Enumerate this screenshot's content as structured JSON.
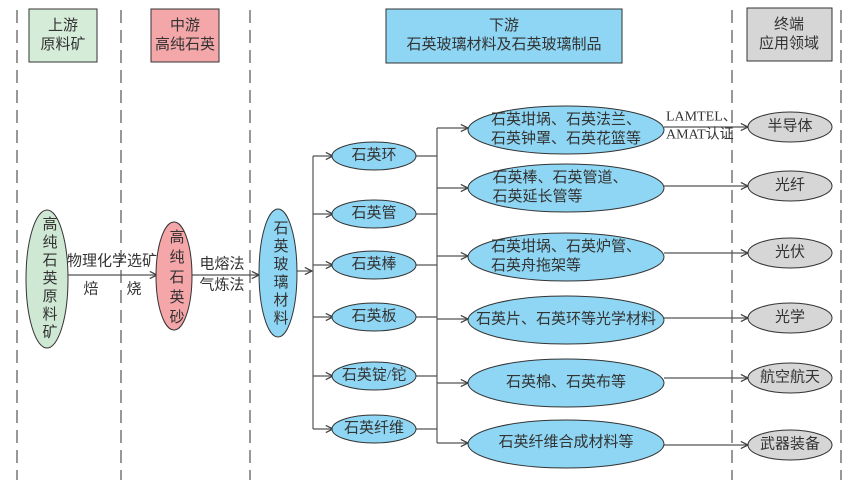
{
  "colors": {
    "upstream": "#d5ecd9",
    "midstream": "#f4a7a9",
    "downstream": "#8ed6f3",
    "terminal": "#d6d6d6",
    "raw_ellipse": "#cfe8d4",
    "sand_ellipse": "#f4a6a8",
    "glass_ellipse": "#8ed6f3",
    "app_ellipse": "#d6d6d6"
  },
  "stages": {
    "upstream": {
      "title": "上游",
      "subtitle": "原料矿"
    },
    "midstream": {
      "title": "中游",
      "subtitle": "高纯石英"
    },
    "downstream": {
      "title": "下游",
      "subtitle": "石英玻璃材料及石英玻璃制品"
    },
    "terminal": {
      "title": "终端",
      "subtitle": "应用领域"
    }
  },
  "nodes": {
    "raw_material": "高纯石英原料矿",
    "hp_quartz_sand": "高纯石英砂",
    "quartz_glass_material": "石英玻璃材料",
    "intermediate_products": [
      "石英环",
      "石英管",
      "石英棒",
      "石英板",
      "石英锭/铊",
      "石英纤维"
    ],
    "final_products": [
      {
        "lines": [
          "石英坩埚、石英法兰、",
          "石英钟罩、石英花篮等"
        ]
      },
      {
        "lines": [
          "石英棒、石英管道、",
          "石英延长管等"
        ]
      },
      {
        "lines": [
          "石英坩埚、石英炉管、",
          "石英舟拖架等"
        ]
      },
      {
        "lines": [
          "石英片、石英环等光学材料"
        ]
      },
      {
        "lines": [
          "石英棉、石英布等"
        ]
      },
      {
        "lines": [
          "石英纤维合成材料等"
        ]
      }
    ],
    "applications": [
      "半导体",
      "光纤",
      "光伏",
      "光学",
      "航空航天",
      "武器装备"
    ]
  },
  "edge_labels": {
    "raw_to_sand": {
      "above": "物理化学选矿",
      "below_left": "焙",
      "below_right": "烧"
    },
    "sand_to_glass": {
      "line1": "电熔法",
      "line2": "气炼法"
    },
    "certification": {
      "line1": "LAMTEL、",
      "line2": "AMAT认证"
    }
  }
}
